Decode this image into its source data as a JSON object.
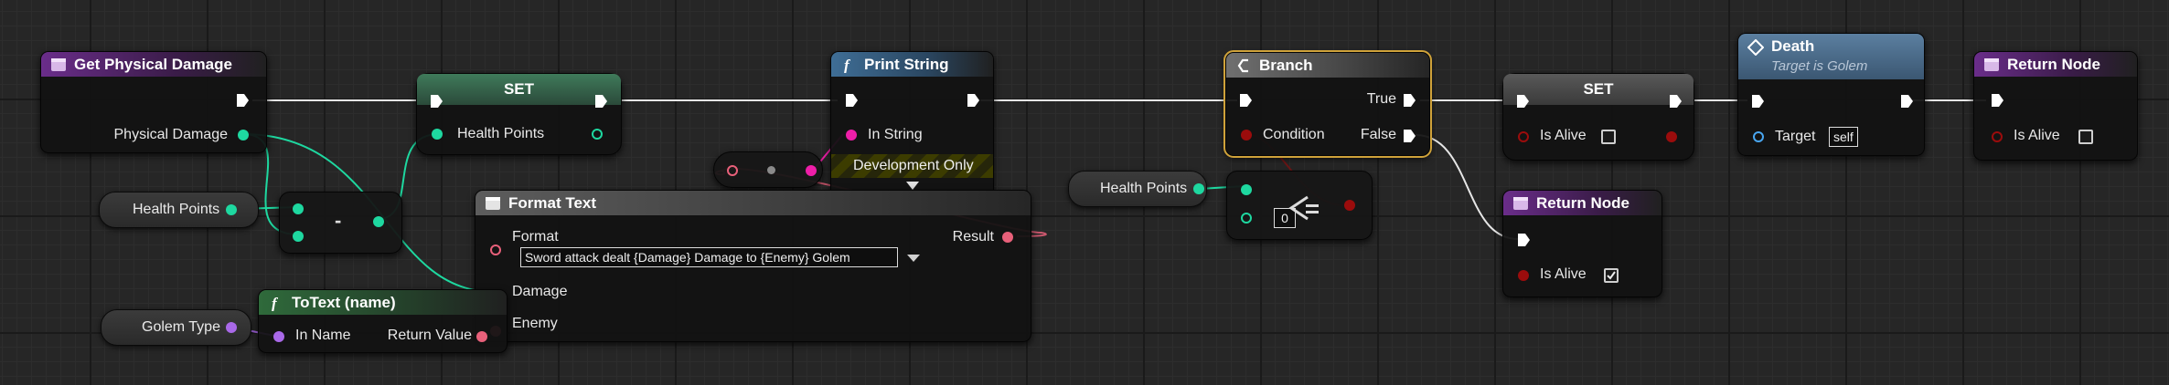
{
  "nodes": {
    "get_physical_damage": {
      "title": "Get Physical Damage",
      "out_pin": "Physical Damage"
    },
    "set_health": {
      "title": "SET",
      "pin": "Health Points"
    },
    "print_string": {
      "title": "Print String",
      "in_pin": "In String",
      "dev_only": "Development Only"
    },
    "branch": {
      "title": "Branch",
      "condition": "Condition",
      "true_label": "True",
      "false_label": "False"
    },
    "set_alive": {
      "title": "SET",
      "pin": "Is Alive",
      "checked": false
    },
    "death": {
      "title": "Death",
      "subtitle": "Target is Golem",
      "target_pin": "Target",
      "target_value": "self"
    },
    "return_node_1": {
      "title": "Return Node",
      "pin": "Is Alive",
      "checked": false
    },
    "return_node_2": {
      "title": "Return Node",
      "pin": "Is Alive",
      "checked": true
    },
    "format_text": {
      "title": "Format Text",
      "format_label": "Format",
      "format_value": "Sword attack dealt {Damage} Damage to {Enemy} Golem",
      "result_label": "Result",
      "pin_damage": "Damage",
      "pin_enemy": "Enemy"
    },
    "to_text": {
      "title": "ToText (name)",
      "in_pin": "In Name",
      "out_pin": "Return Value"
    },
    "subtract": {
      "symbol": "-"
    },
    "compare": {
      "value": "0"
    },
    "var_health_1": {
      "label": "Health Points"
    },
    "var_health_2": {
      "label": "Health Points"
    },
    "var_golem_type": {
      "label": "Golem Type"
    }
  },
  "colors": {
    "exec_wire": "#e6e6e6",
    "float_pin": "#1ed8a0",
    "text_pin": "#e8607a",
    "string_pin": "#ee1ea8",
    "name_pin": "#a969e8",
    "bool_pin": "#9b0c0c",
    "object_pin": "#49a6f0",
    "selection": "#cfa23a"
  }
}
